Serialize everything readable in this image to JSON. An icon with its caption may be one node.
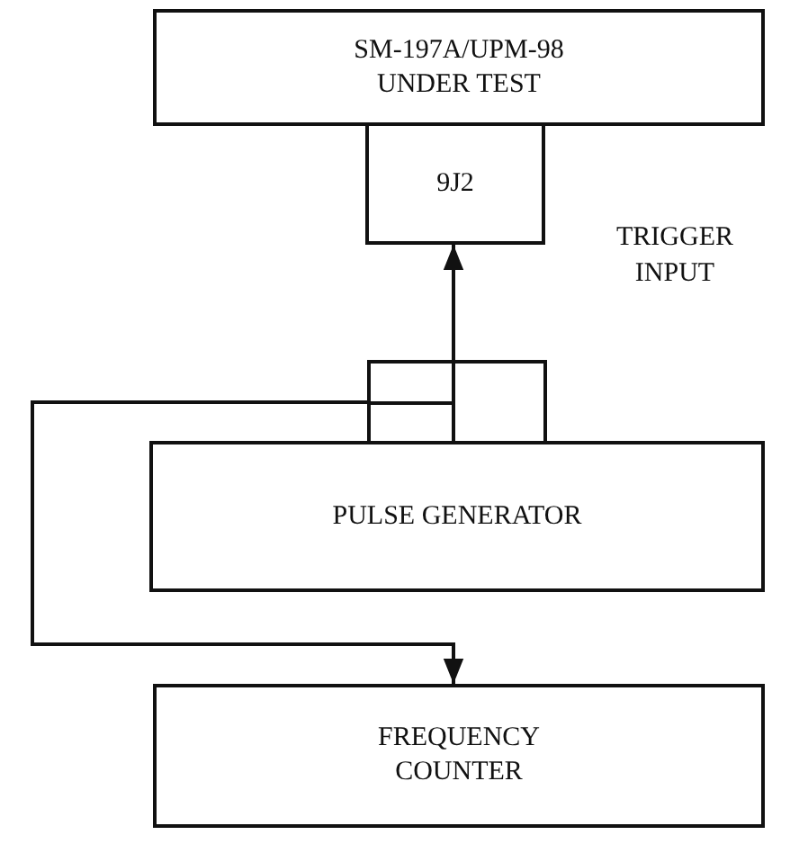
{
  "diagram": {
    "nodes": [
      {
        "text": [
          "SM-197A/UPM-98 UNDER TEST"
        ]
      },
      {
        "text": [
          "9J2"
        ]
      },
      {
        "text": [],
        "shape": "box"
      },
      {
        "text": [
          "PULSE GENERATOR"
        ]
      },
      {
        "text": [
          "FREQUENCY COUNTER"
        ]
      }
    ],
    "edges": [
      {
        "from": 2,
        "to": 1,
        "arrow": "to"
      },
      {
        "from": 2,
        "to": 4,
        "arrow": "to"
      }
    ],
    "labels": [
      "TRIGGER INPUT"
    ]
  }
}
